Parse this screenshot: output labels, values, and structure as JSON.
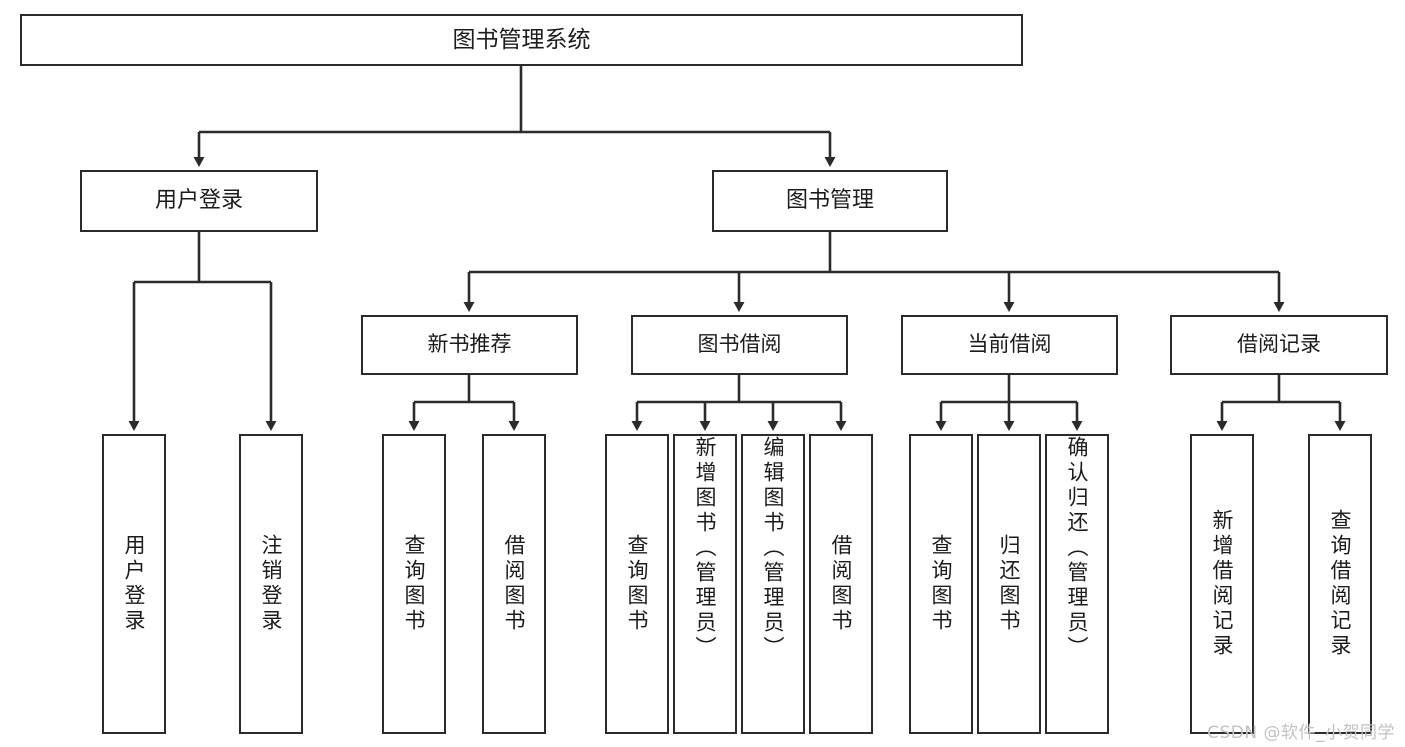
{
  "diagram": {
    "title": "图书管理系统",
    "type": "tree-hierarchy-diagram",
    "stroke_color": "#2b2b2b",
    "fill_color": "#ffffff",
    "text_color": "#1c1c1c"
  },
  "root": {
    "label": "图书管理系统"
  },
  "level2": [
    {
      "label": "用户登录"
    },
    {
      "label": "图书管理"
    }
  ],
  "level3": [
    {
      "label": "新书推荐"
    },
    {
      "label": "图书借阅"
    },
    {
      "label": "当前借阅"
    },
    {
      "label": "借阅记录"
    }
  ],
  "leaves": {
    "user_login": [
      {
        "label": "用户登录"
      },
      {
        "label": "注销登录"
      }
    ],
    "new_book_recommend": [
      {
        "label": "查询图书"
      },
      {
        "label": "借阅图书"
      }
    ],
    "book_borrow": [
      {
        "label": "查询图书"
      },
      {
        "label": "新增图书（管理员）"
      },
      {
        "label": "编辑图书（管理员）"
      },
      {
        "label": "借阅图书"
      }
    ],
    "current_borrow": [
      {
        "label": "查询图书"
      },
      {
        "label": "归还图书"
      },
      {
        "label": "确认归还（管理员）"
      }
    ],
    "borrow_record": [
      {
        "label": "新增借阅记录"
      },
      {
        "label": "查询借阅记录"
      }
    ]
  },
  "watermark": {
    "text": "CSDN @软件_小贺同学"
  }
}
